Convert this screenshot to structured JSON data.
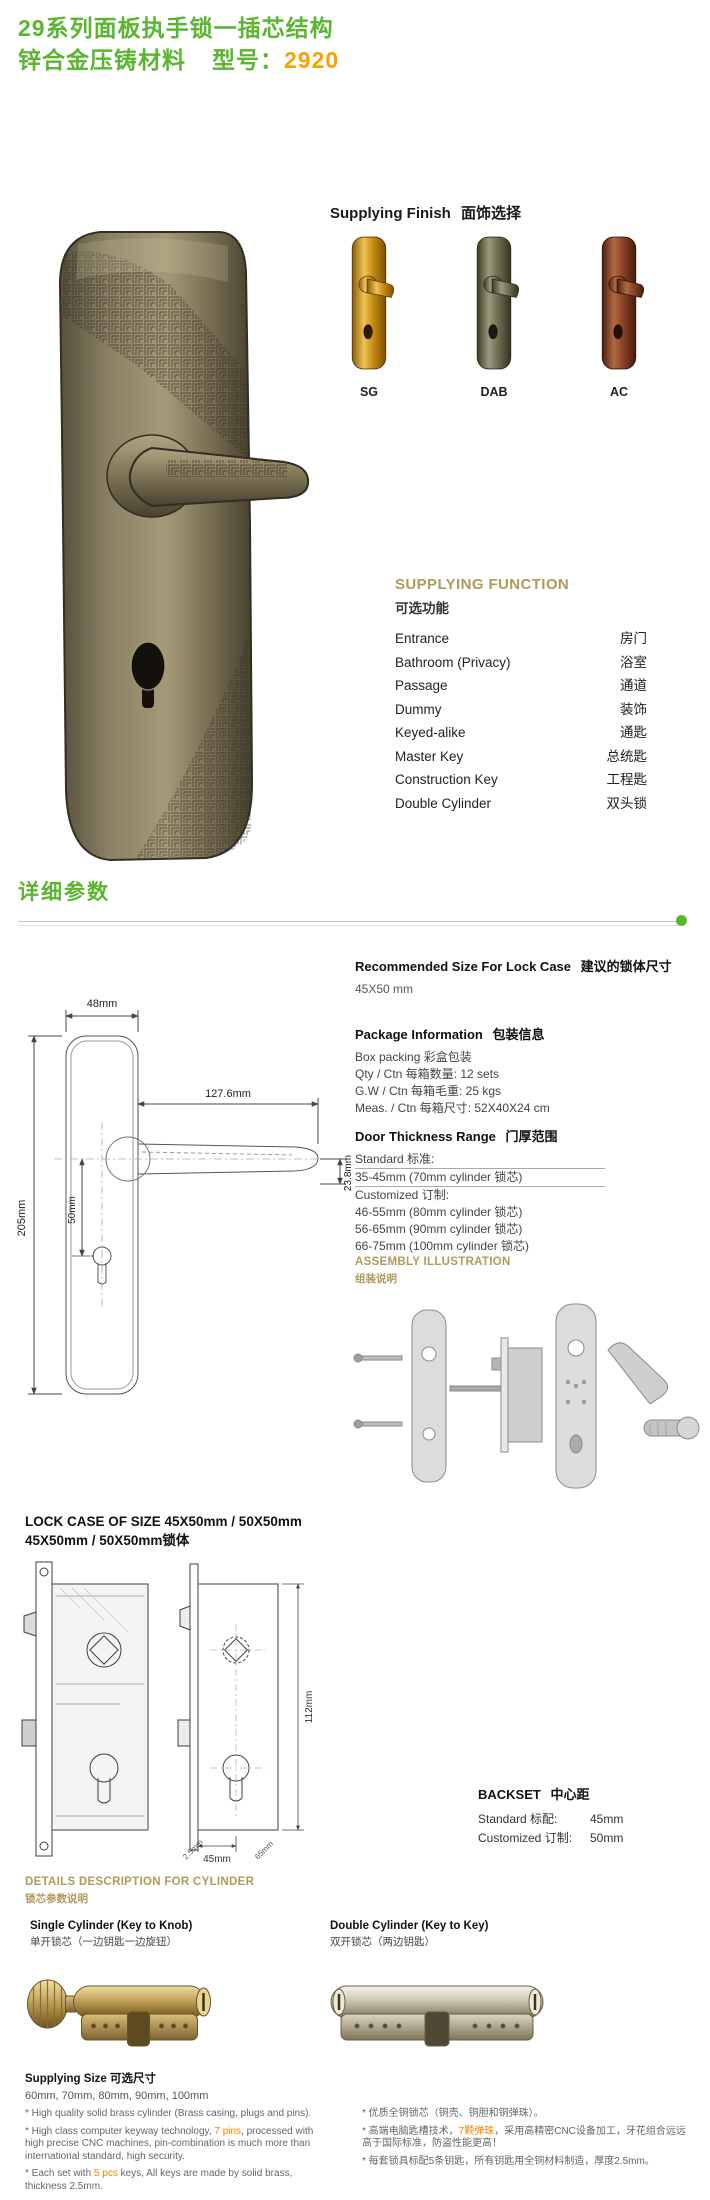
{
  "accent_colors": {
    "green": "#5cb531",
    "orange": "#f6a200",
    "gold": "#b09a5a"
  },
  "header": {
    "title_line1": "29系列面板执手锁一插芯结构",
    "material": "锌合金压铸材料",
    "model_label": "型号：",
    "model_value": "2920"
  },
  "supplying_finish": {
    "heading_en": "Supplying Finish",
    "heading_cn": "面饰选择",
    "finishes": [
      {
        "code": "SG"
      },
      {
        "code": "DAB"
      },
      {
        "code": "AC"
      }
    ]
  },
  "supplying_function": {
    "heading_en": "SUPPLYING FUNCTION",
    "heading_cn": "可选功能",
    "items": [
      {
        "en": "Entrance",
        "cn": "房门"
      },
      {
        "en": "Bathroom (Privacy)",
        "cn": "浴室"
      },
      {
        "en": "Passage",
        "cn": "通道"
      },
      {
        "en": "Dummy",
        "cn": "装饰"
      },
      {
        "en": "Keyed-alike",
        "cn": "通匙"
      },
      {
        "en": "Master Key",
        "cn": "总统匙"
      },
      {
        "en": "Construction Key",
        "cn": "工程匙"
      },
      {
        "en": "Double Cylinder",
        "cn": "双头锁"
      }
    ]
  },
  "details": {
    "heading": "详细参数"
  },
  "drawing": {
    "dim_width": "48mm",
    "dim_lever": "127.6mm",
    "dim_height": "205mm",
    "dim_center": "50mm",
    "dim_drop": "23.8mm"
  },
  "recommended_size": {
    "heading_en": "Recommended Size For Lock Case",
    "heading_cn": "建议的锁体尺寸",
    "value": "45X50 mm"
  },
  "package_info": {
    "heading_en": "Package  Information",
    "heading_cn": "包装信息",
    "line1": "Box packing 彩盒包装",
    "line2": "Qty / Ctn 每箱数量: 12 sets",
    "line3": "G.W / Ctn 每箱毛重: 25 kgs",
    "line4": "Meas. / Ctn 每箱尺寸: 52X40X24 cm"
  },
  "door_thickness": {
    "heading_en": "Door Thickness Range",
    "heading_cn": "门厚范围",
    "row1": "Standard 标准:",
    "row2": "35-45mm (70mm cylinder 锁芯)",
    "row3": "Customized 订制:",
    "row4": "46-55mm (80mm cylinder 锁芯)",
    "row5": "56-65mm (90mm cylinder 锁芯)",
    "row6": "66-75mm (100mm cylinder 锁芯)"
  },
  "assembly": {
    "heading_en": "ASSEMBLY ILLUSTRATION",
    "heading_cn": "组装说明"
  },
  "lock_case": {
    "heading_line1": "LOCK CASE OF SIZE 45X50mm / 50X50mm",
    "heading_line2": "45X50mm / 50X50mm锁体",
    "dim_height": "112mm",
    "dim_backset": "45mm",
    "dim_thickness": "2.5mm",
    "dim_depth": "65mm"
  },
  "backset": {
    "heading_en": "BACKSET",
    "heading_cn": "中心距",
    "standard_label": "Standard 标配:",
    "standard_value": "45mm",
    "customized_label": "Customized 订制:",
    "customized_value": "50mm"
  },
  "cylinder": {
    "heading_en": "DETAILS DESCRIPTION FOR CYLINDER",
    "heading_cn": "锁芯参数说明",
    "single_en": "Single Cylinder (Key to Knob)",
    "single_cn": "单开锁芯（一边钥匙一边旋钮）",
    "double_en": "Double Cylinder (Key to Key)",
    "double_cn": "双开锁芯（两边钥匙）",
    "size_heading": "Supplying Size 可选尺寸",
    "sizes": "60mm, 70mm, 80mm, 90mm, 100mm",
    "notes_en": {
      "n1": "* High quality solid brass cylinder (Brass casing, plugs and pins).",
      "n2_pre": "* High class computer keyway technology, ",
      "n2_hl": "7 pins",
      "n2_post": ", processed with high precise CNC machines, pin-combination is much more than international standard, high security.",
      "n3_pre": "* Each set with ",
      "n3_hl": "5 pcs",
      "n3_post": " keys, All keys are made by solid brass, thickness 2.5mm."
    },
    "notes_cn": {
      "n1": "* 优质全铜锁芯（铜壳、铜胆和铜弹珠）。",
      "n2_pre": "* 高端电脑匙槽技术，",
      "n2_hl": "7颗弹珠",
      "n2_post": "，采用高精密CNC设备加工，牙花组合远远高于国际标准，防盗性能更高！",
      "n3": "* 每套锁具标配5条钥匙，所有钥匙用全铜材料制造，厚度2.5mm。"
    }
  }
}
